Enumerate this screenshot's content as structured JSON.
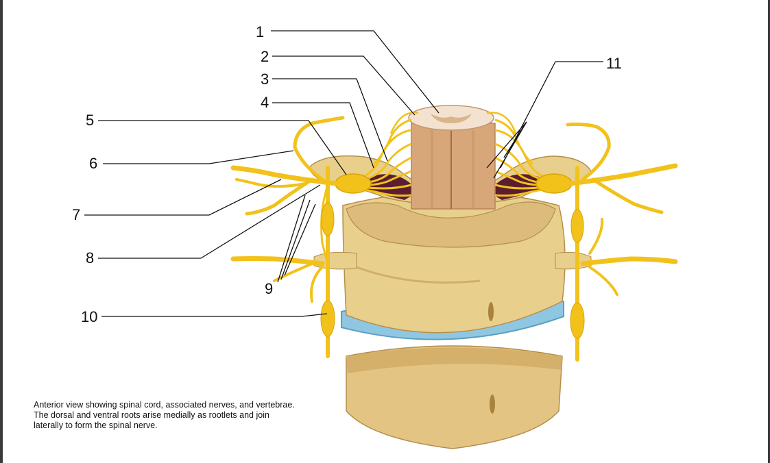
{
  "labels": [
    "1",
    "2",
    "3",
    "4",
    "5",
    "6",
    "7",
    "8",
    "9",
    "10",
    "11"
  ],
  "caption": [
    "Anterior view showing spinal cord, associated nerves, and vertebrae.",
    "The dorsal and ventral roots arise medially as rootlets and join",
    "laterally to form the spinal nerve."
  ],
  "colors": {
    "bone": "#e8cf8c",
    "bone_shadow": "#c9a860",
    "bone_inner": "#d9b878",
    "nerve": "#f2c21b",
    "nerve_dark": "#d9a308",
    "cord": "#d7a77a",
    "cord_dark": "#b98457",
    "disc": "#8fc7e3",
    "dura": "#5a1e30",
    "leader": "#111111"
  }
}
